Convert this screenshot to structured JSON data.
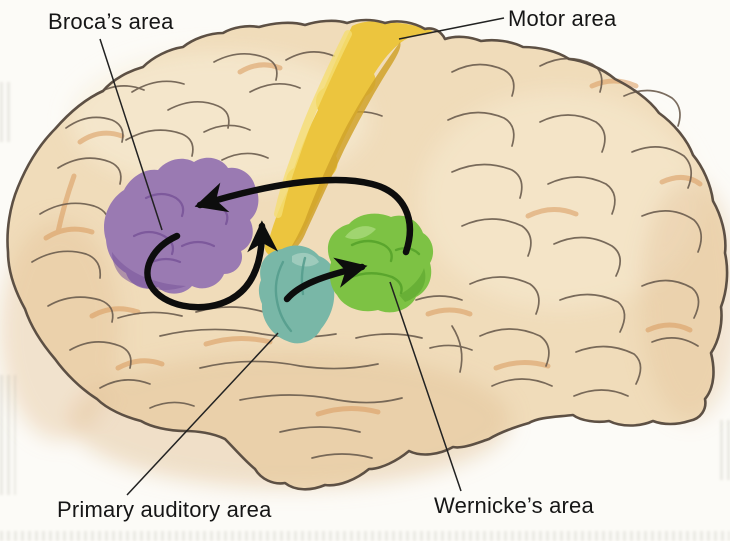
{
  "figure": {
    "description": "Lateral view of a human brain with four highlighted cortical language areas and black arrows showing the flow of speech processing",
    "connections": [
      {
        "from": "Primary auditory area",
        "to": "Wernicke’s area"
      },
      {
        "from": "Wernicke’s area",
        "to": "Broca’s area"
      },
      {
        "from": "Broca’s area",
        "to": "Motor area"
      }
    ]
  },
  "labels": {
    "broca": "Broca’s area",
    "motor": "Motor area",
    "auditory": "Primary auditory area",
    "wernicke": "Wernicke’s area"
  },
  "regions": [
    {
      "name": "Broca’s area",
      "color": "#9a7ab2"
    },
    {
      "name": "Motor area",
      "color": "#ecc53e"
    },
    {
      "name": "Primary auditory area",
      "color": "#79b7a7"
    },
    {
      "name": "Wernicke’s area",
      "color": "#7dc244"
    }
  ],
  "palette": {
    "background": "#fcfbf7",
    "brain_fill": "#f0dcba",
    "brain_highlight": "#f8eed8",
    "brain_shade": "#e4c49a",
    "brain_outline": "#5d5044",
    "gyri_line": "#6b5c4e",
    "gyri_accent": "#d9995c",
    "broca_shade": "#7a569a",
    "motor_shade": "#d0a22a",
    "motor_highlight": "#f5dd73",
    "auditory_shade": "#549c8c",
    "auditory_highlight": "#a8cfc2",
    "wernicke_shade": "#57a32b",
    "wernicke_highlight": "#a6d878",
    "arrow": "#0d0d0d",
    "leader_line": "#222222",
    "label_text": "#161616"
  }
}
